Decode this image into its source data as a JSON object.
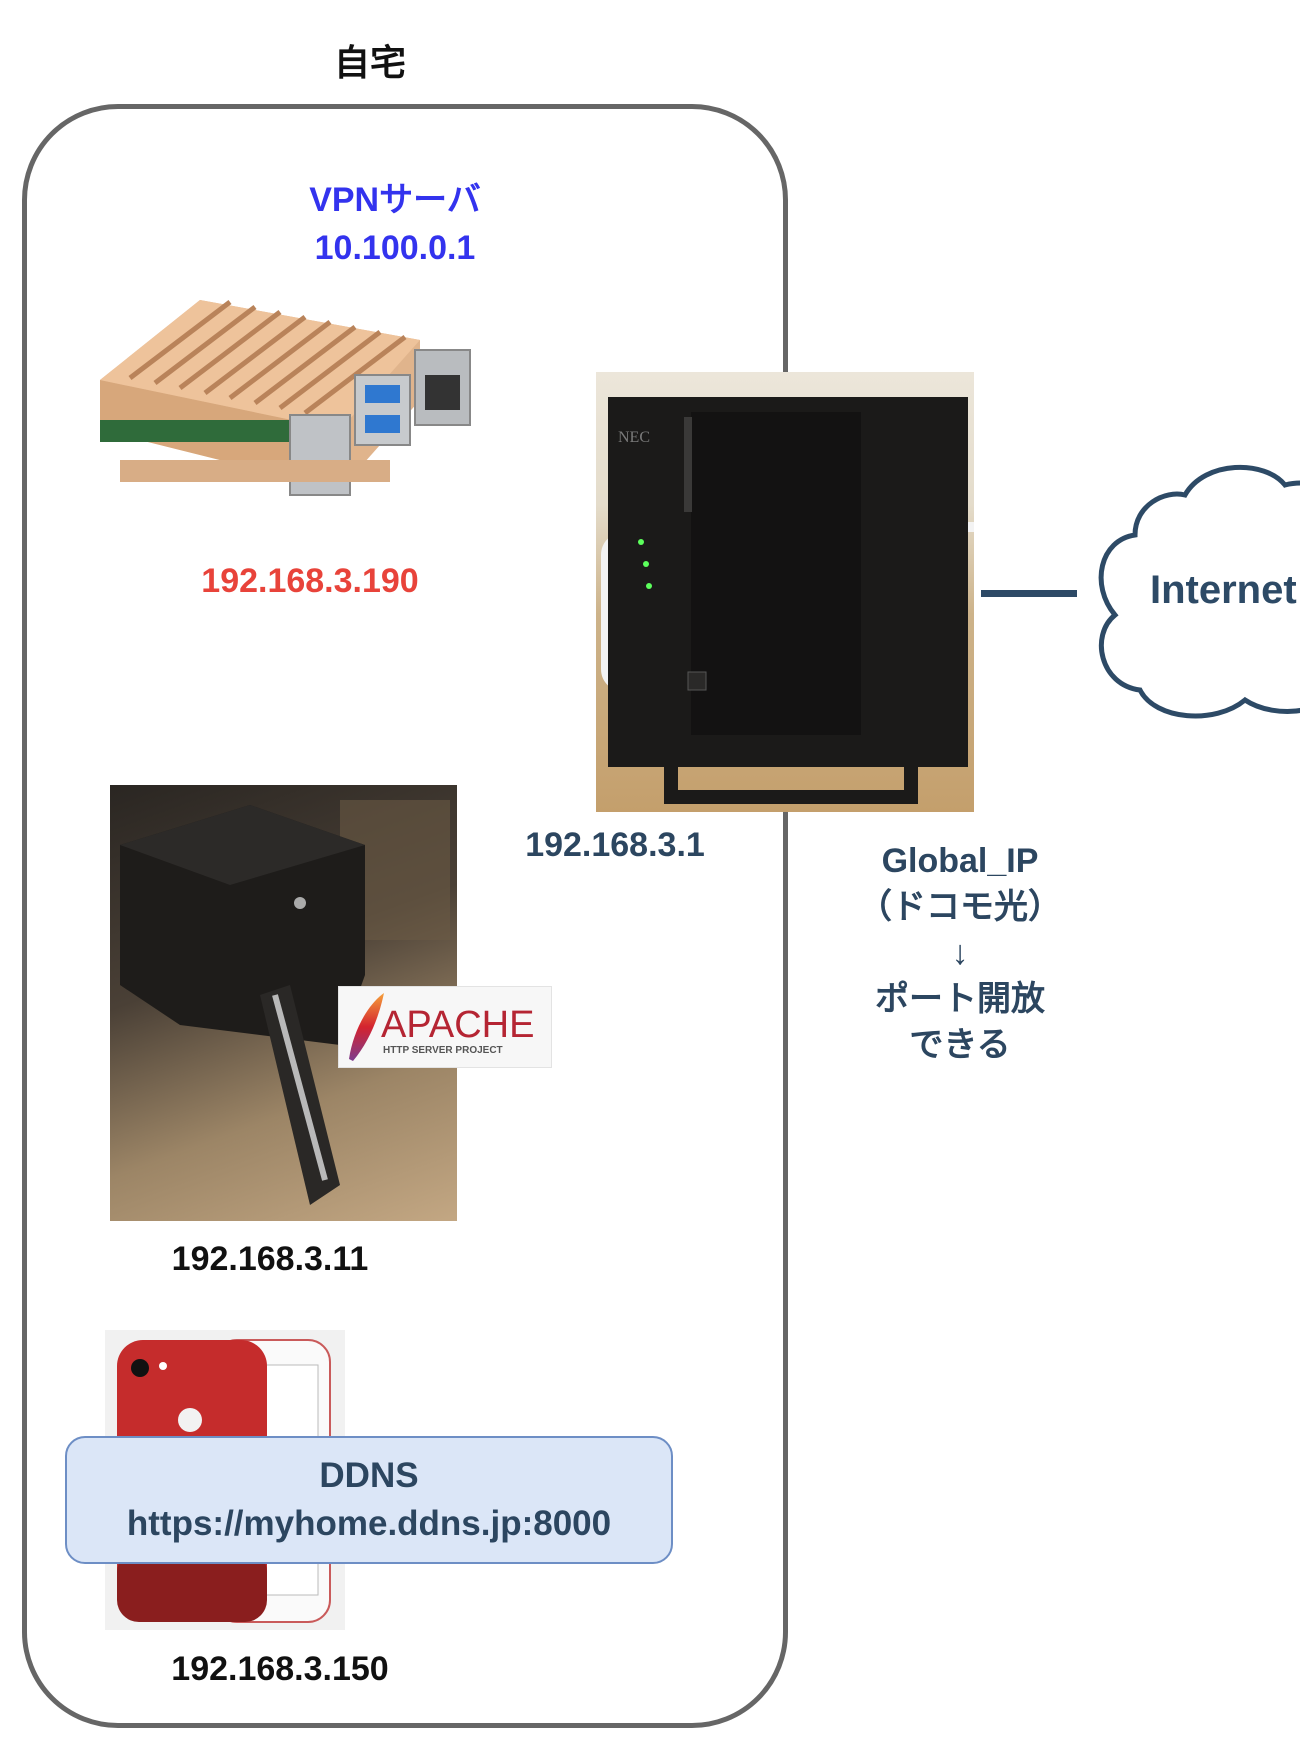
{
  "diagram": {
    "title": "自宅",
    "vpn_server": {
      "label": "VPNサーバ",
      "ip": "10.100.0.1",
      "color": "#3333ee"
    },
    "devices": [
      {
        "name": "raspberry-pi",
        "ip": "192.168.3.190",
        "ip_color": "#e8433a"
      },
      {
        "name": "router",
        "brand_text": "NEC",
        "ip": "192.168.3.1",
        "ip_color": "#2c4660"
      },
      {
        "name": "nas-server",
        "ip": "192.168.3.11",
        "ip_color": "#111111",
        "logo": {
          "main": "APACHE",
          "sub": "HTTP SERVER PROJECT"
        }
      },
      {
        "name": "iphone",
        "ip": "192.168.3.150",
        "ip_color": "#111111"
      }
    ],
    "internet": {
      "label": "Internet"
    },
    "global_ip_note": {
      "line1": "Global_IP",
      "line2": "（ドコモ光）",
      "arrow": "↓",
      "line3": "ポート開放",
      "line4": "できる"
    },
    "ddns": {
      "title": "DDNS",
      "url": "https://myhome.ddns.jp:8000"
    }
  }
}
